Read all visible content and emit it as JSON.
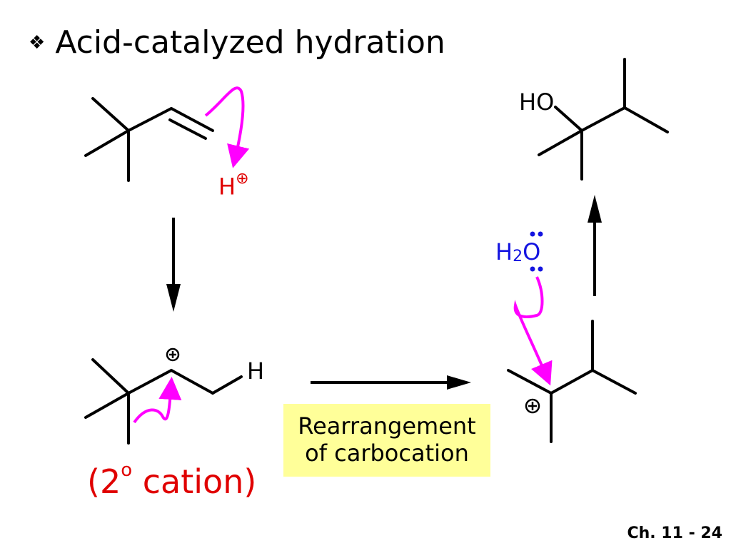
{
  "title": "Acid-catalyzed hydration",
  "bullet_icon": "diamond-bullet-icon",
  "footer": "Ch. 11 - 24",
  "labels": {
    "h_plus": "H",
    "h_plus_charge": "⊕",
    "h_atom": "H",
    "ho": "HO",
    "h2o_h": "H",
    "h2o_sub": "2",
    "h2o_o": "O",
    "cation_open": "(2",
    "cation_sup": "o",
    "cation_close": " cation)",
    "charge_symbol": "+"
  },
  "rearrangement_box": {
    "line1": "Rearrangement",
    "line2": "of carbocation"
  },
  "colors": {
    "text": "#000000",
    "curved_arrow": "#ff00ff",
    "proton": "#e00000",
    "water": "#1414e0",
    "highlight_box": "#ffff99"
  }
}
